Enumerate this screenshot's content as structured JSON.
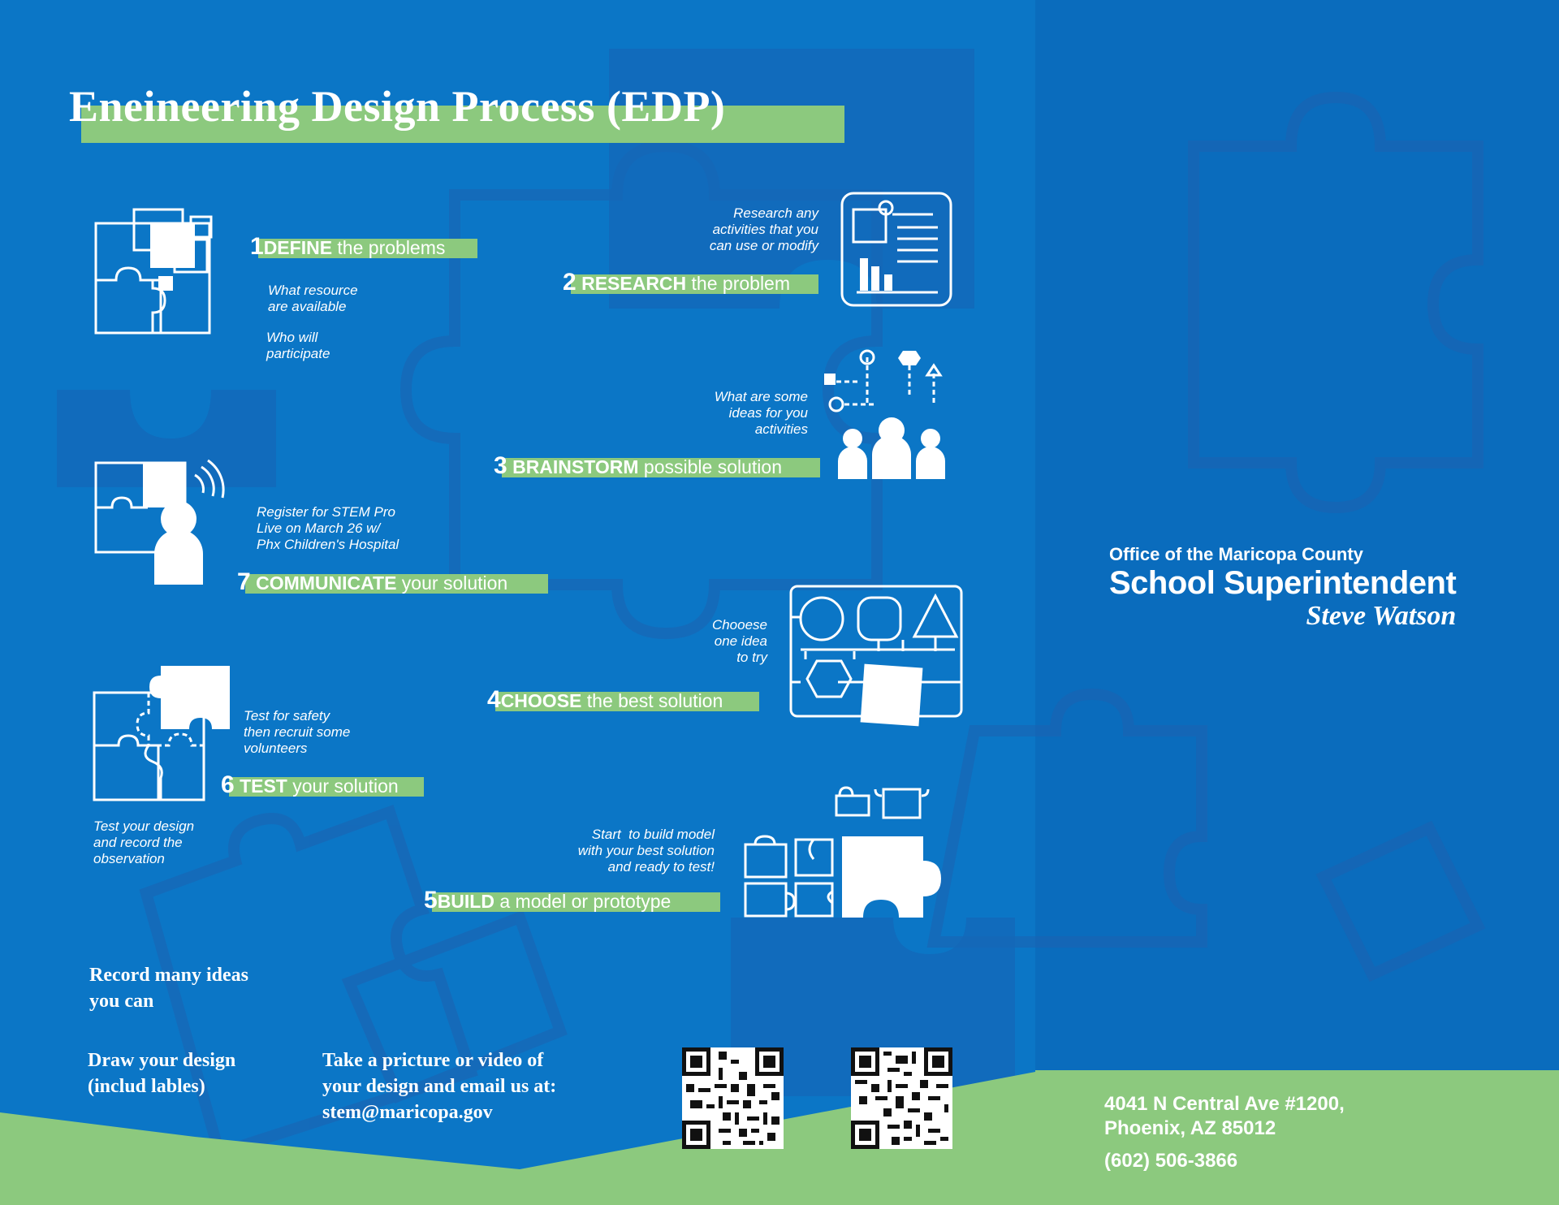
{
  "title": "Eneineering Design Process (EDP)",
  "steps": [
    {
      "num": "1",
      "keyword": "DEFINE",
      "rest": " the problems"
    },
    {
      "num": "2",
      "keyword": "RESEARCH",
      "rest": " the problem"
    },
    {
      "num": "3",
      "keyword": "BRAINSTORM",
      "rest": " possible solution"
    },
    {
      "num": "4",
      "keyword": "CHOOSE",
      "rest": " the best solution"
    },
    {
      "num": "5",
      "keyword": "BUILD",
      "rest": " a model or prototype"
    },
    {
      "num": "6",
      "keyword": "TEST",
      "rest": " your solution"
    },
    {
      "num": "7",
      "keyword": "COMMUNICATE",
      "rest": " your solution"
    }
  ],
  "notes": {
    "define_a": "What resource\nare available",
    "define_b": "Who will\nparticipate",
    "research": "Research any\nactivities that you\ncan use or modify",
    "brainstorm": "What are some\nideas for you\nactivities",
    "communicate": "Register for STEM Pro\nLive on March 26 w/\nPhx Children's Hospital",
    "choose": "Chooese\none idea\nto try",
    "test": "Test for safety\nthen recruit some\nvolunteers",
    "test_record": "Test your design\nand record the\nobservation",
    "build": "Start  to build model\nwith your best solution\nand ready to test!"
  },
  "bottom": {
    "record": "Record many ideas\nyou can",
    "draw": "Draw your design\n(includ lables)",
    "take": "Take a pricture or video of\nyour design and email us at:\nstem@maricopa.gov"
  },
  "office": {
    "line1": "Office of the Maricopa County",
    "line2": "School Superintendent",
    "line3": "Steve Watson"
  },
  "address": "4041 N Central Ave #1200,\nPhoenix, AZ 85012",
  "phone": "(602) 506-3866",
  "colors": {
    "blue": "#0b76c6",
    "green": "#8cc97e",
    "white": "#ffffff"
  },
  "icons": [
    "puzzle-define-icon",
    "research-report-icon",
    "brainstorm-people-icon",
    "communicate-person-icon",
    "choose-shapes-icon",
    "test-puzzle-icon",
    "build-puzzle-icon",
    "qr-code-icon"
  ]
}
